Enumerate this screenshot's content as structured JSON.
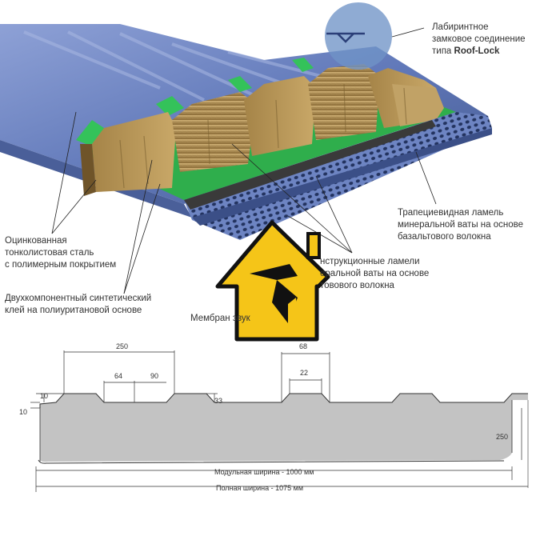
{
  "labels": {
    "roof_lock": {
      "line1": "Лабиринтное",
      "line2": "замковое соединение",
      "line3_prefix": "типа ",
      "line3_brand": "Roof-Lock"
    },
    "trapezoid": {
      "line1": "Трапециевидная ламель",
      "line2": "минеральной ваты на основе",
      "line3": "базальтового волокна"
    },
    "steel": {
      "line1": "Оцинкованная",
      "line2": "тонколистовая сталь",
      "line3": "с полимерным покрытием"
    },
    "glue": {
      "line1": "Двухкомпонентный синтетический",
      "line2": "клей на полиуритановой основе"
    },
    "construction": {
      "line1": "нструкционные ламели",
      "line2": "еральной ваты на основе",
      "line3": "товового волокна"
    },
    "membrane": {
      "text": "Мембран   звук"
    }
  },
  "dimensions": {
    "d250_top": "250",
    "d68": "68",
    "d64": "64",
    "d90": "90",
    "d22": "22",
    "d10_top": "10",
    "d10_left": "10",
    "d33": "33",
    "d250_right": "250",
    "modular_width": "Модульная ширина - 1000 мм",
    "full_width": "Полная ширина - 1075 мм"
  },
  "logo": {
    "icon": "house-hammer-icon",
    "colors": {
      "fill": "#f5c518",
      "outline": "#111111"
    }
  },
  "colors": {
    "steel_blue": "#6f86c4",
    "steel_dark": "#3e548f",
    "glue_green": "#2fae4c",
    "wool": "#b3955a",
    "wool_dark": "#7c6231",
    "profile_grey": "#c3c3c3",
    "magnifier": "#6f93c7"
  }
}
